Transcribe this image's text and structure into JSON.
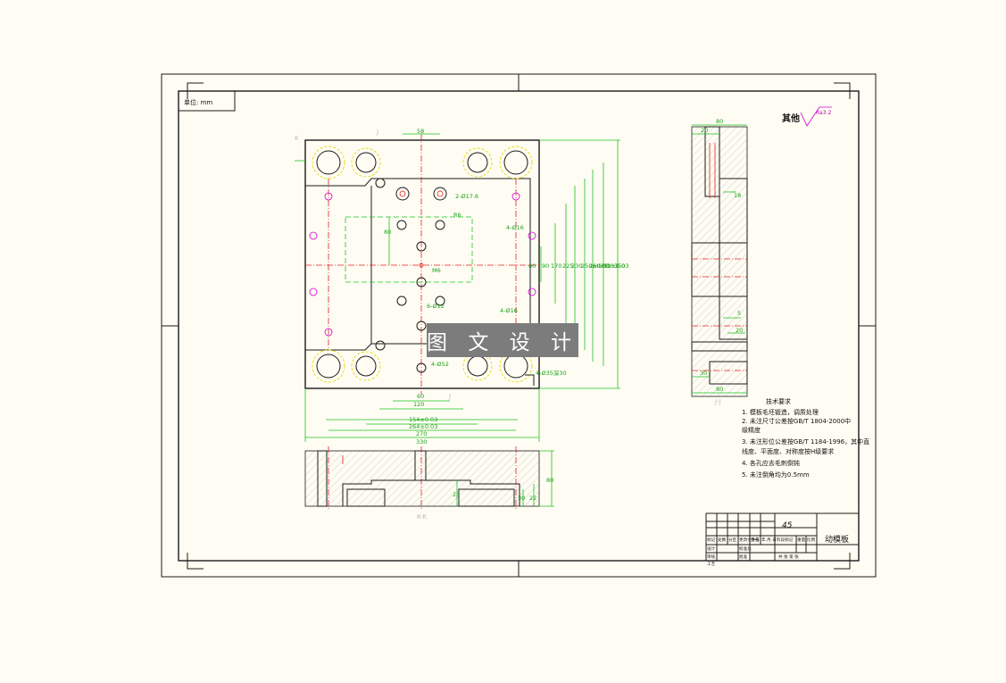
{
  "drawing": {
    "unit_label": "单位: mm",
    "watermark": "图 文 设 计",
    "roughness_prefix": "其他",
    "roughness_value": "Ra3.2",
    "section_k_label": "K",
    "section_j_label": "J",
    "section_kk_label": "K-K",
    "section_jj_label": "J-J",
    "material": "45",
    "part_name": "动模板"
  },
  "dimensions_front": {
    "top_58": "58",
    "d60_bottom": "60",
    "d120": "120",
    "d154": "154±0.03",
    "d264": "264±0.03",
    "d270": "270",
    "d330": "330",
    "d80": "80",
    "d350": "350",
    "d290": "290±0.03",
    "d260": "260±0.03",
    "d250": "250±0.03",
    "d230": "230",
    "d225": "225",
    "d170": "170",
    "d90": "90",
    "d60_right": "60",
    "label_2_phi17_6": "2-Ø17.6",
    "label_4_phi16": "4-Ø16",
    "label_4_phi16b": "4-Ø16",
    "label_6_phi12": "6-Ø12",
    "label_4_phi52": "4-Ø52",
    "label_4_phi53": "4-Ø35深30",
    "label_m6": "M6",
    "label_r6": "R6"
  },
  "dimensions_side": {
    "d80_top": "80",
    "d20": "20",
    "d18": "18",
    "d5": "5",
    "d20b": "20",
    "d30": "30",
    "d80_bottom": "80"
  },
  "dimensions_kk": {
    "d25": "25",
    "d30": "30",
    "d22": "22",
    "d80": "80"
  },
  "tech_requirements": {
    "title": "技术要求",
    "items": [
      "1. 模板毛坯锻造，调质处理",
      "2. 未注尺寸公差按GB/T 1804-2000中",
      "    级精度",
      "3. 未注形位公差按GB/T 1184-1996，其中直",
      "    线度、平面度、对称度按H级要求",
      "4. 各孔应去毛刺倒钝",
      "5. 未注倒角均为0.5mm"
    ]
  },
  "title_block": {
    "row1": [
      "标记",
      "处数",
      "分区",
      "更改文件号",
      "签名",
      "年.月.日"
    ],
    "row2": [
      "设计",
      "",
      "标准化",
      "",
      "阶段标记",
      "重量",
      "比例"
    ],
    "row3": [
      "审核",
      "",
      "",
      ""
    ],
    "row4": [
      "工艺",
      "",
      "批准",
      "",
      "共 张 第 张"
    ]
  }
}
